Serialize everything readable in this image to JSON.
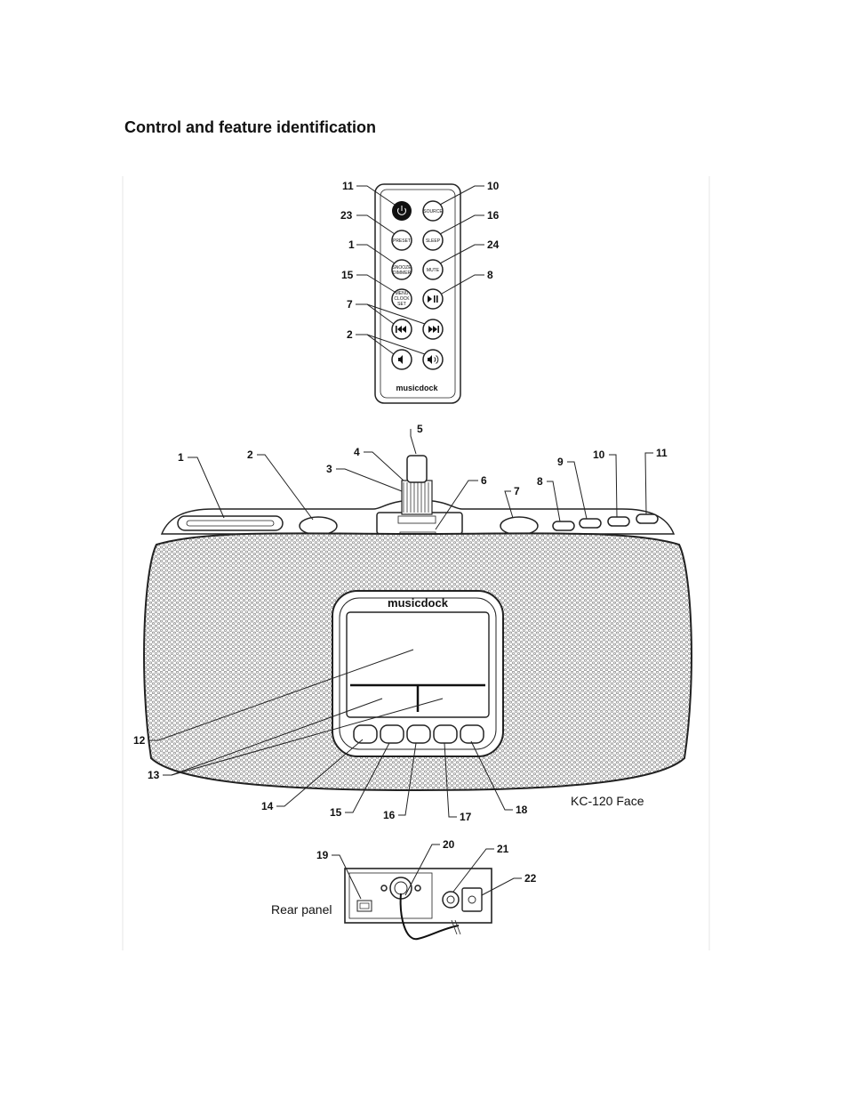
{
  "heading": "Control and feature identification",
  "remote": {
    "brand": "musicdock",
    "buttons": {
      "source": "SOURCE",
      "preset": "PRESET",
      "sleep": "SLEEP",
      "snooze_1": "SNOOZE",
      "snooze_2": "DIMMER",
      "mute": "MUTE",
      "menu_1": "MENU",
      "menu_2": "CLOCK",
      "menu_3": "SET"
    },
    "callouts": [
      "11",
      "10",
      "23",
      "16",
      "1",
      "24",
      "15",
      "8",
      "7",
      "2"
    ]
  },
  "face": {
    "brand": "musicdock",
    "caption": "KC-120 Face",
    "callouts": [
      "1",
      "2",
      "3",
      "4",
      "5",
      "6",
      "7",
      "8",
      "9",
      "10",
      "11",
      "12",
      "13",
      "14",
      "15",
      "16",
      "17",
      "18"
    ]
  },
  "rear": {
    "caption": "Rear panel",
    "callouts": [
      "19",
      "20",
      "21",
      "22"
    ]
  }
}
